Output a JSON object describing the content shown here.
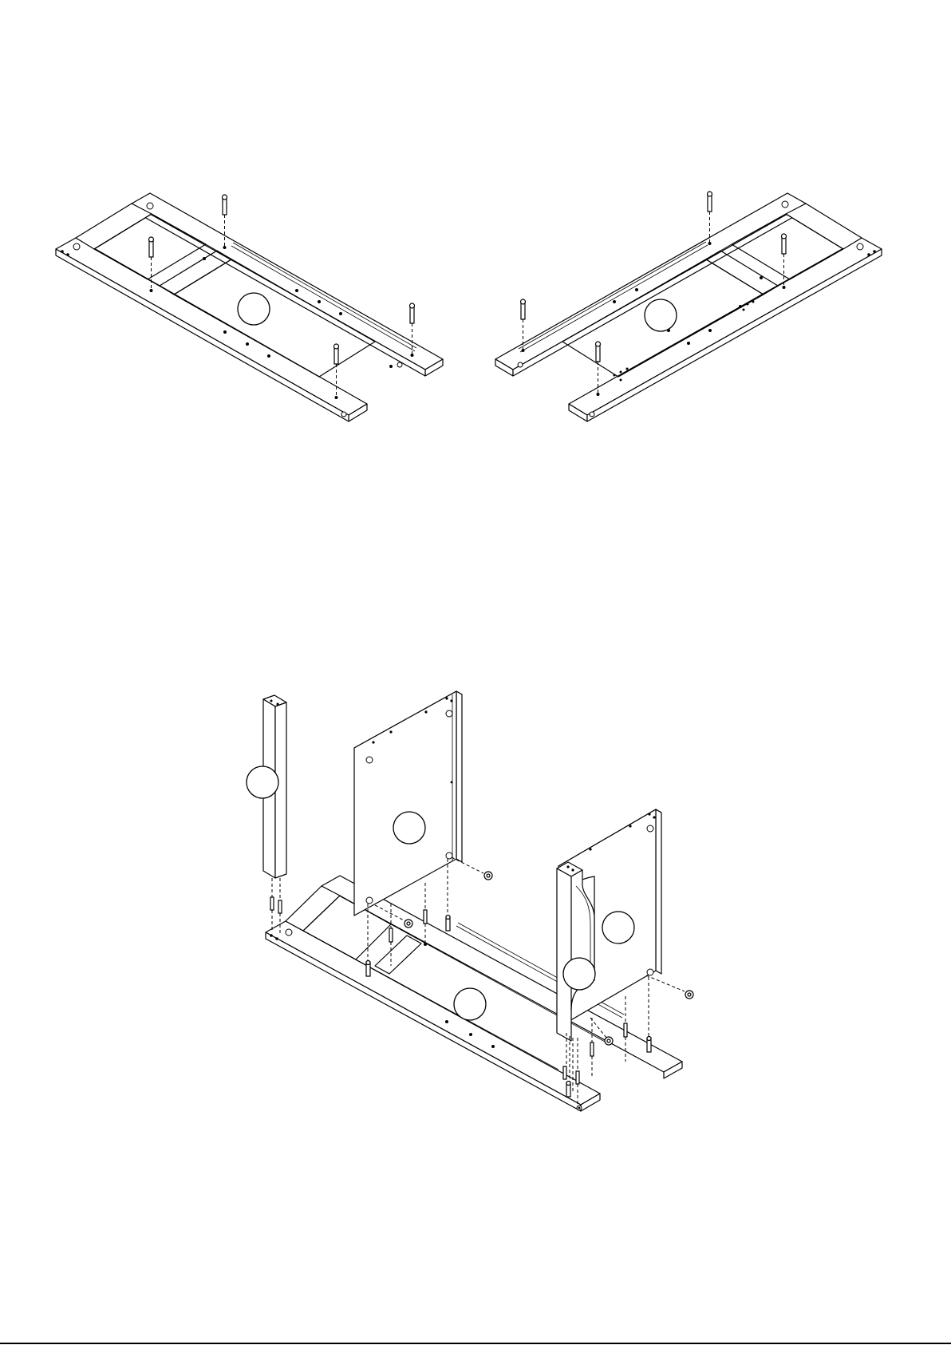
{
  "figure": {
    "step_a_left": {
      "parts": [
        "base-frame",
        "cam-bolts"
      ],
      "bolt_count": 4
    },
    "step_a_right": {
      "parts": [
        "base-frame-mirrored",
        "cam-bolts"
      ],
      "bolt_count": 4
    },
    "step_b": {
      "parts": [
        "leg-post",
        "side-panel-left",
        "side-panel-right",
        "curved-leg",
        "base-frame",
        "dowels",
        "cam-locks"
      ]
    }
  },
  "callouts": {
    "top_left_frame": "",
    "top_right_frame": "",
    "leg_post": "",
    "panel_left": "",
    "panel_right": "",
    "curved_leg": "",
    "base_frame": ""
  },
  "colors": {
    "ink": "#000000",
    "paper": "#ffffff"
  }
}
